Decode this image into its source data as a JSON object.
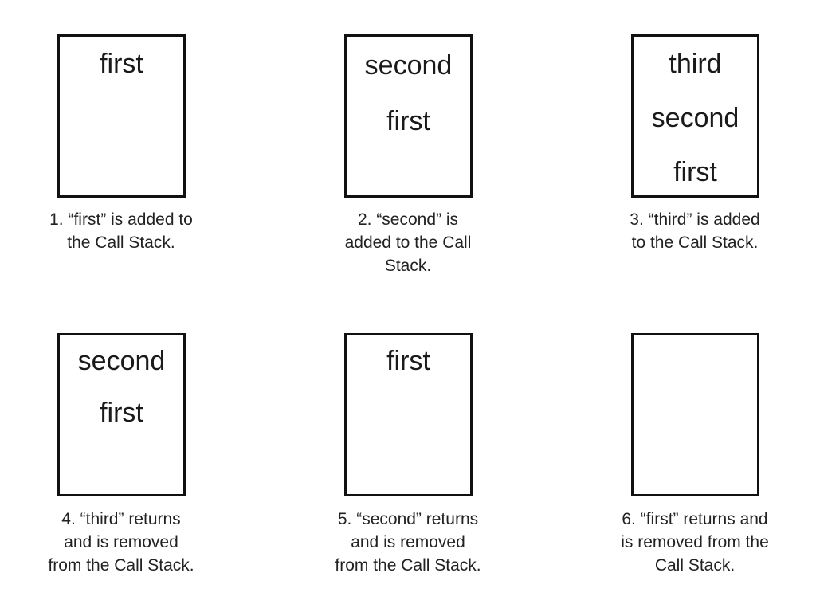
{
  "panels": [
    {
      "frames": [
        "first"
      ],
      "caption": [
        "1. “first” is added to",
        "the Call Stack."
      ]
    },
    {
      "frames": [
        "second",
        "first"
      ],
      "caption": [
        "2. “second” is",
        "added to the Call",
        "Stack."
      ]
    },
    {
      "frames": [
        "third",
        "second",
        "first"
      ],
      "caption": [
        "3. “third” is added",
        "to the Call Stack."
      ]
    },
    {
      "frames": [
        "second",
        "first"
      ],
      "caption": [
        "4. “third” returns",
        "and is removed",
        "from the Call Stack."
      ]
    },
    {
      "frames": [
        "first"
      ],
      "caption": [
        "5. “second” returns",
        "and is removed",
        "from the Call Stack."
      ]
    },
    {
      "frames": [],
      "caption": [
        "6. “first” returns and",
        "is removed from the",
        "Call Stack."
      ]
    }
  ]
}
